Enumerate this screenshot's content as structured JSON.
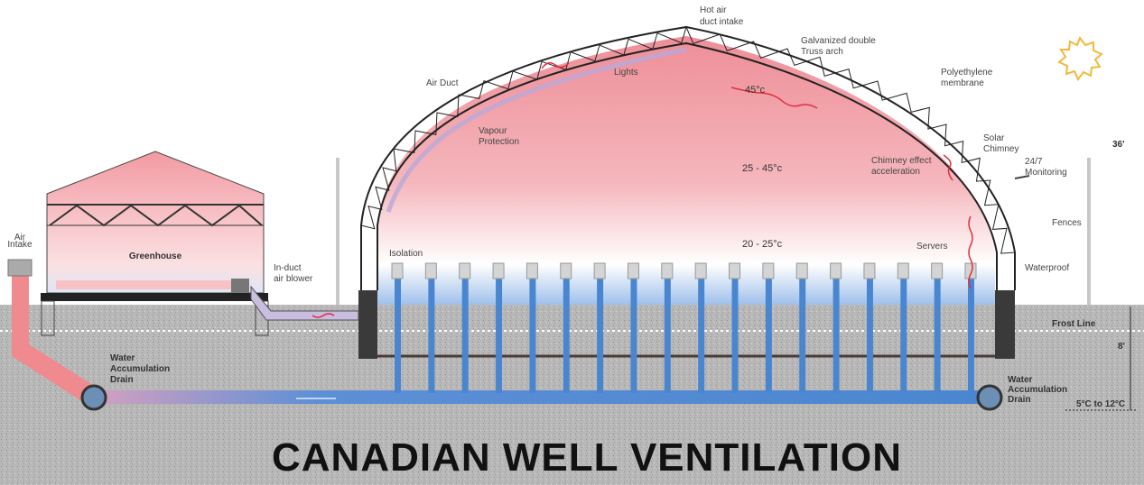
{
  "title": "CANADIAN WELL VENTILATION",
  "labels": {
    "air_intake": [
      "Air",
      "Intake"
    ],
    "greenhouse": "Greenhouse",
    "in_duct_blower": [
      "In-duct",
      "air blower"
    ],
    "water_drain_left": [
      "Water",
      "Accumulation",
      "Drain"
    ],
    "water_drain_right": [
      "Water",
      "Accumulation",
      "Drain"
    ],
    "isolation": "Isolation",
    "air_duct": "Air Duct",
    "vapour_protection": [
      "Vapour",
      "Protection"
    ],
    "lights": "Lights",
    "hot_air_intake": [
      "Hot air",
      "duct intake"
    ],
    "truss_arch": [
      "Galvanized double",
      "Truss arch"
    ],
    "membrane": [
      "Polyethylene",
      "membrane"
    ],
    "solar_chimney": [
      "Solar",
      "Chimney"
    ],
    "chimney_effect": [
      "Chimney effect",
      "acceleration"
    ],
    "monitoring": [
      "24/7",
      "Monitoring"
    ],
    "fences": "Fences",
    "servers": "Servers",
    "waterproof": "Waterproof",
    "frost_line": "Frost Line",
    "height": "36'",
    "depth": "8'",
    "ground_temp": "5°C to 12°C"
  },
  "temperatures": {
    "top": "45°c",
    "middle": "25 - 45°c",
    "bottom": "20 - 25°c"
  },
  "server_count": 18,
  "colors": {
    "warm": "#ef8a94",
    "cool": "#4a86d0",
    "ground": "#b9b9b9",
    "frame": "#222222"
  }
}
